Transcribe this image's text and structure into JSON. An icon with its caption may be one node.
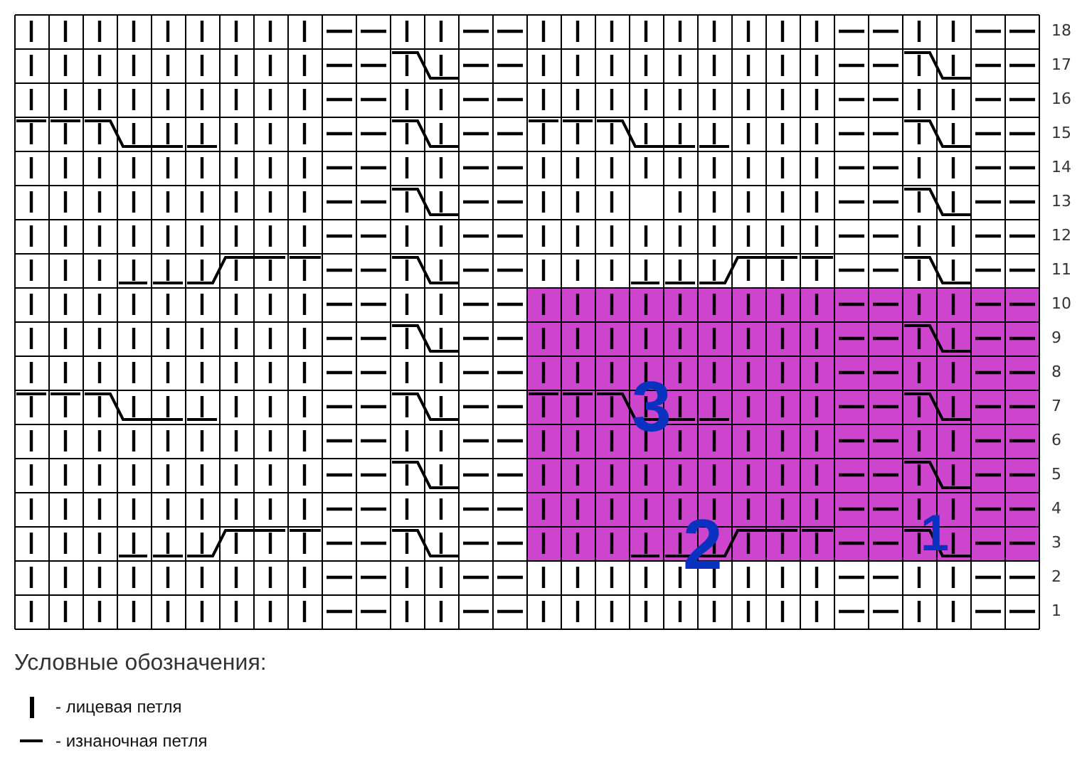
{
  "diagram": {
    "labels": [
      "18",
      "17",
      "16",
      "15",
      "14",
      "13",
      "12",
      "11",
      "10",
      "9",
      "8",
      "7",
      "6",
      "5",
      "4",
      "3",
      "2",
      "1",
      "3",
      "2",
      "1",
      "Условные обозначения:"
    ],
    "legend": [
      {
        "text": "- лицевая петля"
      },
      {
        "text": "- изнаночная петля"
      }
    ]
  }
}
